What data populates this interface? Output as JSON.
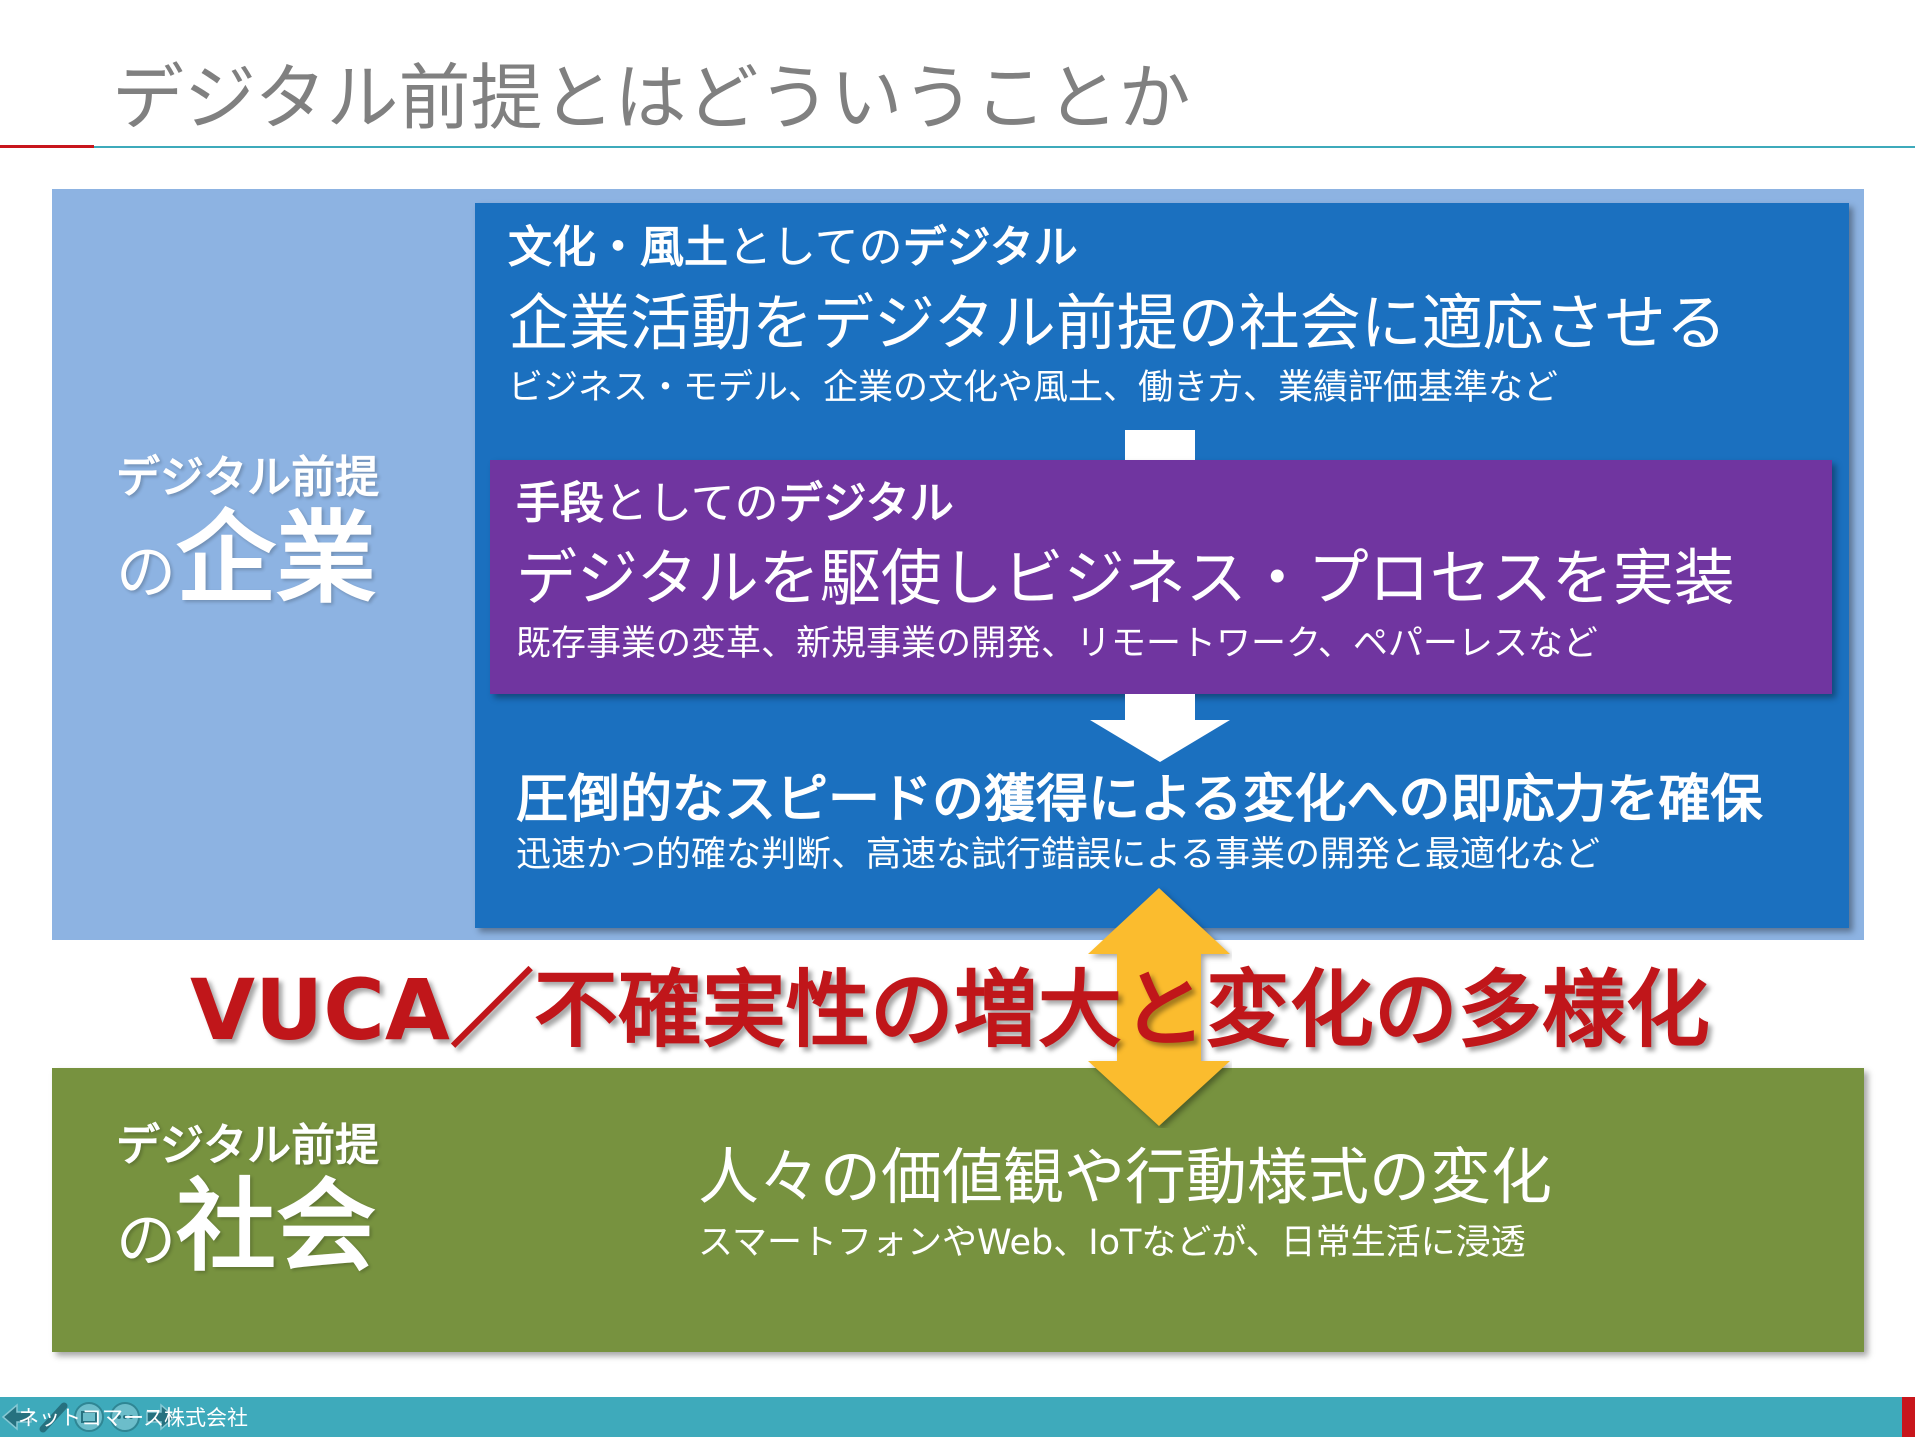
{
  "slide": {
    "title": "デジタル前提とはどういうことか",
    "corporate_label": {
      "line1": "デジタル前提",
      "particle": "の",
      "main": "企業"
    },
    "culture_section": {
      "heading_bold1": "文化・風土",
      "heading_regular": "としての",
      "heading_bold2": "デジタル",
      "main": "企業活動をデジタル前提の社会に適応させる",
      "sub": "ビジネス・モデル、企業の文化や風土、働き方、業績評価基準など"
    },
    "means_section": {
      "heading_bold1": "手段",
      "heading_regular": "としての",
      "heading_bold2": "デジタル",
      "main": "デジタルを駆使しビジネス・プロセスを実装",
      "sub": "既存事業の変革、新規事業の開発、リモートワーク、ペパーレスなど"
    },
    "speed_section": {
      "main": "圧倒的なスピードの獲得による変化への即応力を確保",
      "sub": "迅速かつ的確な判断、高速な試行錯誤による事業の開発と最適化など"
    },
    "vuca": "VUCA／不確実性の増大と変化の多様化",
    "society_label": {
      "line1": "デジタル前提",
      "particle": "の",
      "main": "社会"
    },
    "society_section": {
      "main": "人々の価値観や行動様式の変化",
      "sub": "スマートフォンやWeb、IoTなどが、日常生活に浸透"
    },
    "footer": "ネットコマース株式会社"
  },
  "colors": {
    "title": "#808080",
    "corp_bg": "#8db3e2",
    "digital_bg": "#1b70bf",
    "means_bg": "#7035a0",
    "society_bg": "#77923f",
    "vuca": "#c0161a",
    "arrow": "#fbbc2e",
    "footer": "#3eaabb",
    "accent_red": "#c8161c"
  },
  "controls": [
    "previous-icon",
    "pen-icon",
    "slides-icon",
    "more-icon",
    "next-icon"
  ]
}
